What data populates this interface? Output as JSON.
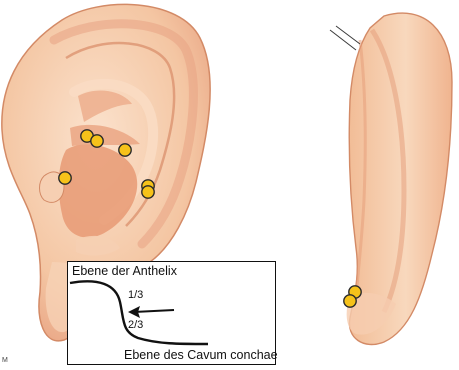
{
  "colors": {
    "skin": "#f4c6a3",
    "skin_light": "#fbe2cd",
    "skin_shadow": "#e59c77",
    "outline": "#c97b57",
    "point_fill": "#f6c21a",
    "point_stroke": "#2a2a2a"
  },
  "front_ear_points_count": 6,
  "side_ear_points_count": 2,
  "plane_inset": {
    "top_label": "Ebene der Anthelix",
    "upper_fraction": "1/3",
    "lower_fraction": "2/3",
    "bottom_label": "Ebene des Cavum conchae",
    "arrow": "left-arrow"
  },
  "corner_mark": "M"
}
